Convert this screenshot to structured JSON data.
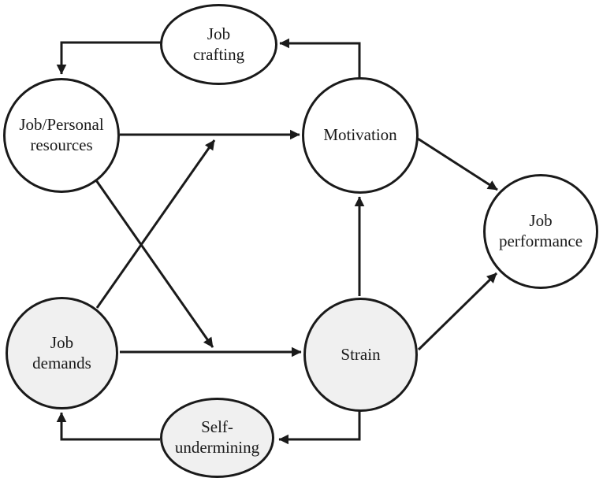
{
  "diagram": {
    "kind": "node-link model diagram",
    "colors": {
      "background": "#ffffff",
      "stroke": "#1a1a1a",
      "node_fill": "#ffffff",
      "node_fill_shaded": "#f0f0f0",
      "text": "#1a1a1a"
    },
    "nodes": [
      {
        "id": "job-crafting",
        "label": "Job\ncrafting",
        "shape": "ellipse",
        "shaded": false
      },
      {
        "id": "job-personal-resources",
        "label": "Job/Personal\nresources",
        "shape": "circle",
        "shaded": false
      },
      {
        "id": "motivation",
        "label": "Motivation",
        "shape": "circle",
        "shaded": false
      },
      {
        "id": "job-performance",
        "label": "Job\nperformance",
        "shape": "circle",
        "shaded": false
      },
      {
        "id": "job-demands",
        "label": "Job\ndemands",
        "shape": "circle",
        "shaded": true
      },
      {
        "id": "strain",
        "label": "Strain",
        "shape": "circle",
        "shaded": true
      },
      {
        "id": "self-undermining",
        "label": "Self-\nundermining",
        "shape": "ellipse",
        "shaded": true
      }
    ],
    "edges": [
      {
        "from": "job-personal-resources",
        "to": "motivation",
        "type": "direct"
      },
      {
        "from": "job-demands",
        "to": "strain",
        "type": "direct"
      },
      {
        "from": "job-demands",
        "to": "arrow job-personal-resources->motivation",
        "type": "moderation"
      },
      {
        "from": "job-personal-resources",
        "to": "arrow job-demands->strain",
        "type": "moderation"
      },
      {
        "from": "strain",
        "to": "motivation",
        "type": "direct"
      },
      {
        "from": "motivation",
        "to": "job-performance",
        "type": "direct"
      },
      {
        "from": "strain",
        "to": "job-performance",
        "type": "direct"
      },
      {
        "from": "motivation",
        "to": "job-crafting",
        "type": "feedback-loop"
      },
      {
        "from": "job-crafting",
        "to": "job-personal-resources",
        "type": "feedback-loop"
      },
      {
        "from": "strain",
        "to": "self-undermining",
        "type": "feedback-loop"
      },
      {
        "from": "self-undermining",
        "to": "job-demands",
        "type": "feedback-loop"
      }
    ]
  }
}
